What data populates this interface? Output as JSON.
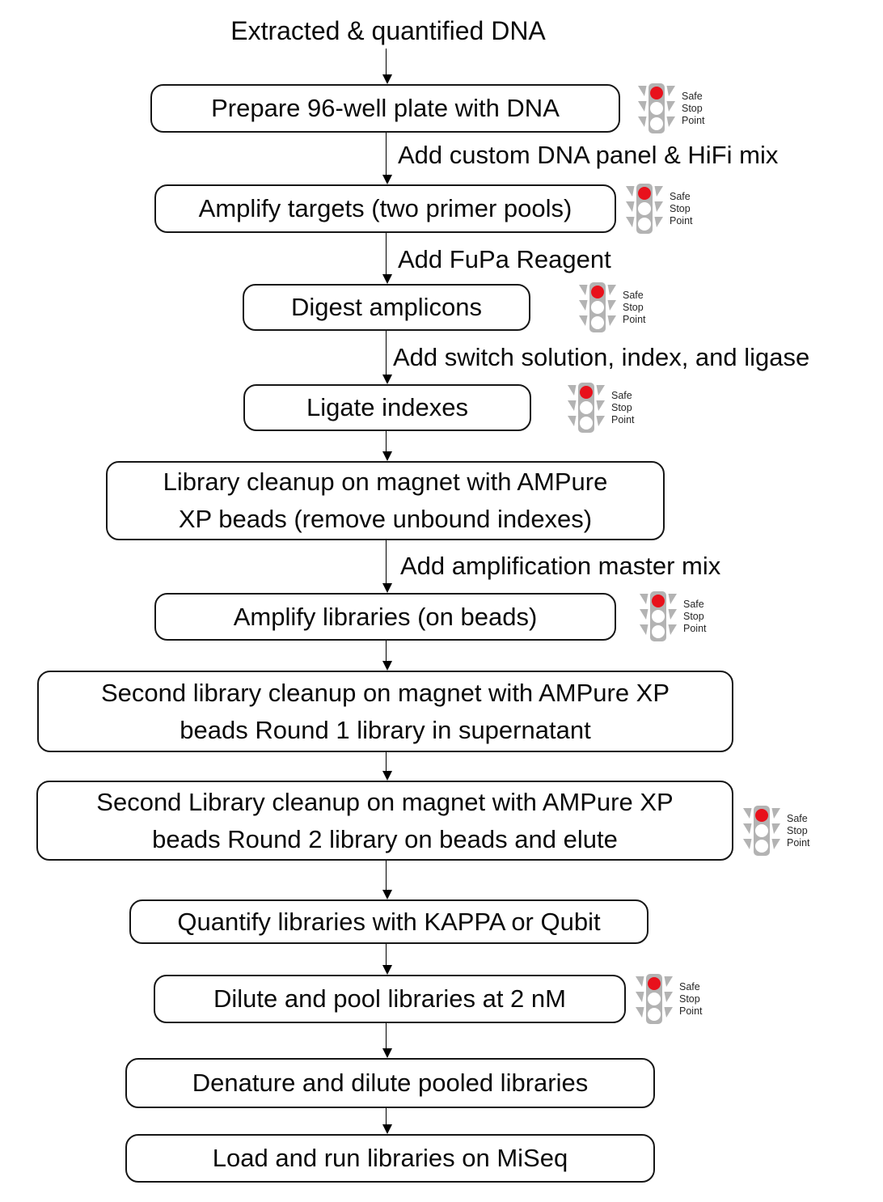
{
  "colors": {
    "background": "#ffffff",
    "box_fill": "#ffffff",
    "box_border": "#161616",
    "text": "#000000",
    "arrow": "#000000",
    "traffic_light_body": "#b3b3b3",
    "traffic_light_red": "#e8111c",
    "traffic_light_off": "#ffffff",
    "icon_text": "#262626"
  },
  "safe_stop_icon": {
    "name": "traffic-light",
    "lines": [
      "Safe",
      "Stop",
      "Point"
    ]
  },
  "flow": {
    "start_label": "Extracted & quantified DNA",
    "edge_labels": [
      "Add custom DNA panel & HiFi mix",
      "Add FuPa Reagent",
      "Add switch solution, index, and ligase",
      "Add amplification master mix"
    ],
    "steps": [
      {
        "label": "Prepare 96-well plate with DNA",
        "lines": [
          "Prepare 96-well plate with DNA"
        ],
        "safe_stop_point": true
      },
      {
        "label": "Amplify targets (two primer pools)",
        "lines": [
          "Amplify targets (two primer pools)"
        ],
        "safe_stop_point": true
      },
      {
        "label": "Digest amplicons",
        "lines": [
          "Digest amplicons"
        ],
        "safe_stop_point": true
      },
      {
        "label": "Ligate indexes",
        "lines": [
          "Ligate indexes"
        ],
        "safe_stop_point": true
      },
      {
        "label": "Library cleanup on magnet with AMPure XP beads (remove unbound indexes)",
        "lines": [
          "Library cleanup on magnet with AMPure",
          "XP beads (remove unbound indexes)"
        ],
        "safe_stop_point": false
      },
      {
        "label": "Amplify libraries (on beads)",
        "lines": [
          "Amplify libraries (on beads)"
        ],
        "safe_stop_point": true
      },
      {
        "label": "Second library cleanup on magnet with AMPure XP beads Round 1 library in supernatant",
        "lines": [
          "Second library cleanup on magnet with AMPure XP",
          "beads Round 1 library in supernatant"
        ],
        "safe_stop_point": false
      },
      {
        "label": "Second Library cleanup on magnet with AMPure XP beads Round 2 library on beads and elute",
        "lines": [
          "Second Library cleanup on magnet with AMPure XP",
          "beads Round 2 library on beads and elute"
        ],
        "safe_stop_point": true
      },
      {
        "label": "Quantify libraries with KAPPA or Qubit",
        "lines": [
          "Quantify libraries with KAPPA or Qubit"
        ],
        "safe_stop_point": false
      },
      {
        "label": "Dilute and pool libraries at 2 nM",
        "lines": [
          "Dilute and pool libraries at 2 nM"
        ],
        "safe_stop_point": true
      },
      {
        "label": "Denature and dilute pooled libraries",
        "lines": [
          "Denature and dilute pooled libraries"
        ],
        "safe_stop_point": false
      },
      {
        "label": "Load and run libraries on MiSeq",
        "lines": [
          "Load and run libraries on MiSeq"
        ],
        "safe_stop_point": false
      }
    ]
  }
}
